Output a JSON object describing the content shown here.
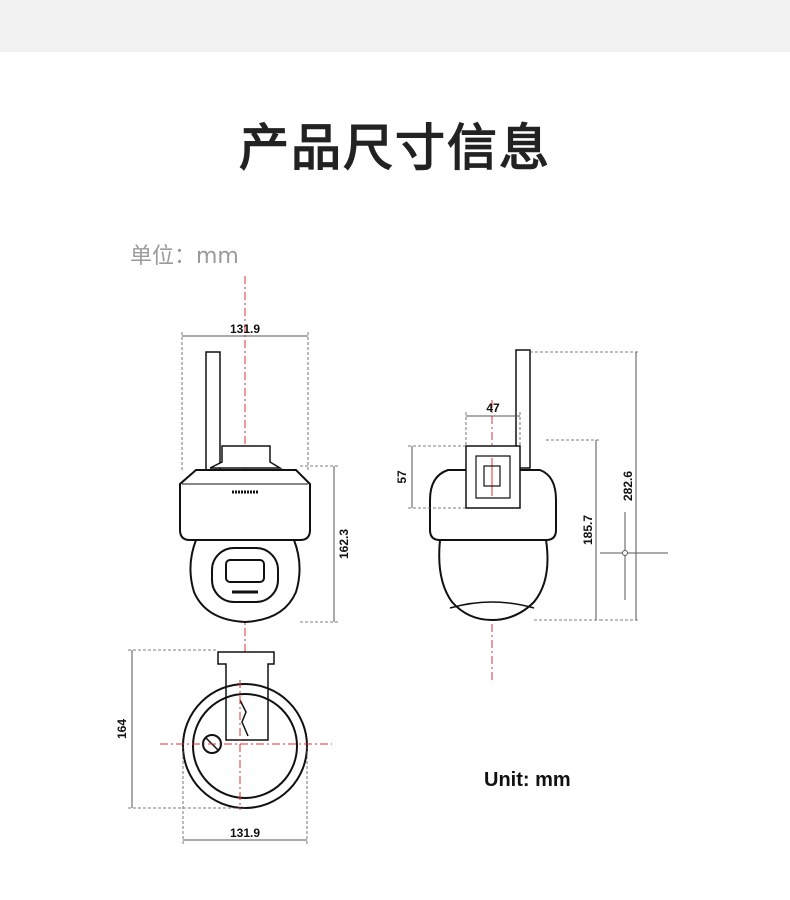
{
  "header": {
    "title": "产品尺寸信息"
  },
  "unit_note": "单位：mm",
  "diagram": {
    "front_view": {
      "width_label": "131.9",
      "height_label": "162.3"
    },
    "side_view": {
      "bracket_width_label": "47",
      "bracket_height_label": "57",
      "total_height_label": "282.6",
      "body_height_label": "185.7"
    },
    "bottom_view": {
      "depth_label": "164",
      "width_label": "131.9"
    },
    "unit_caption": "Unit: mm"
  },
  "colors": {
    "title": "#222222",
    "unit_note": "#9a9a9a",
    "centerline": "#e0312f",
    "outline": "#111111",
    "dimension": "#555555",
    "top_bar": "#f2f2f2"
  }
}
